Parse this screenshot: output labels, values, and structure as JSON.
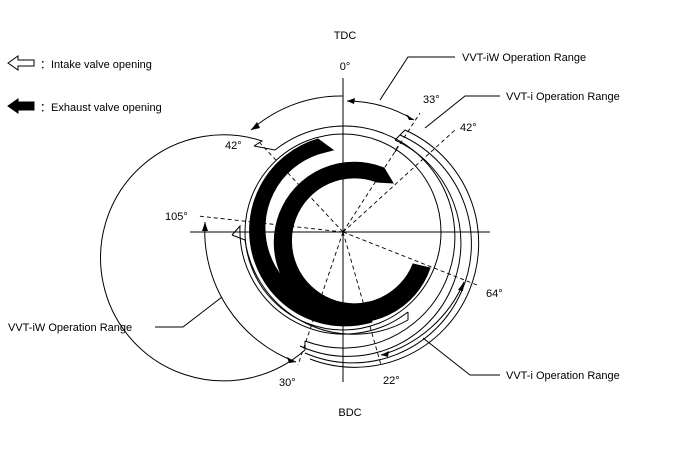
{
  "legend": {
    "intake": "：Intake valve opening",
    "exhaust": "：Exhaust valve opening"
  },
  "labels": {
    "tdc": "TDC",
    "bdc": "BDC",
    "top_iw": "VVT-iW Operation Range",
    "top_i": "VVT-i Operation Range",
    "left_iw": "VVT-iW Operation Range",
    "bottom_i": "VVT-i Operation Range"
  },
  "angles": {
    "a0": "0°",
    "a33": "33°",
    "a42_right": "42°",
    "a42_left": "42°",
    "a105": "105°",
    "a64": "64°",
    "a30": "30°",
    "a22": "22°"
  }
}
